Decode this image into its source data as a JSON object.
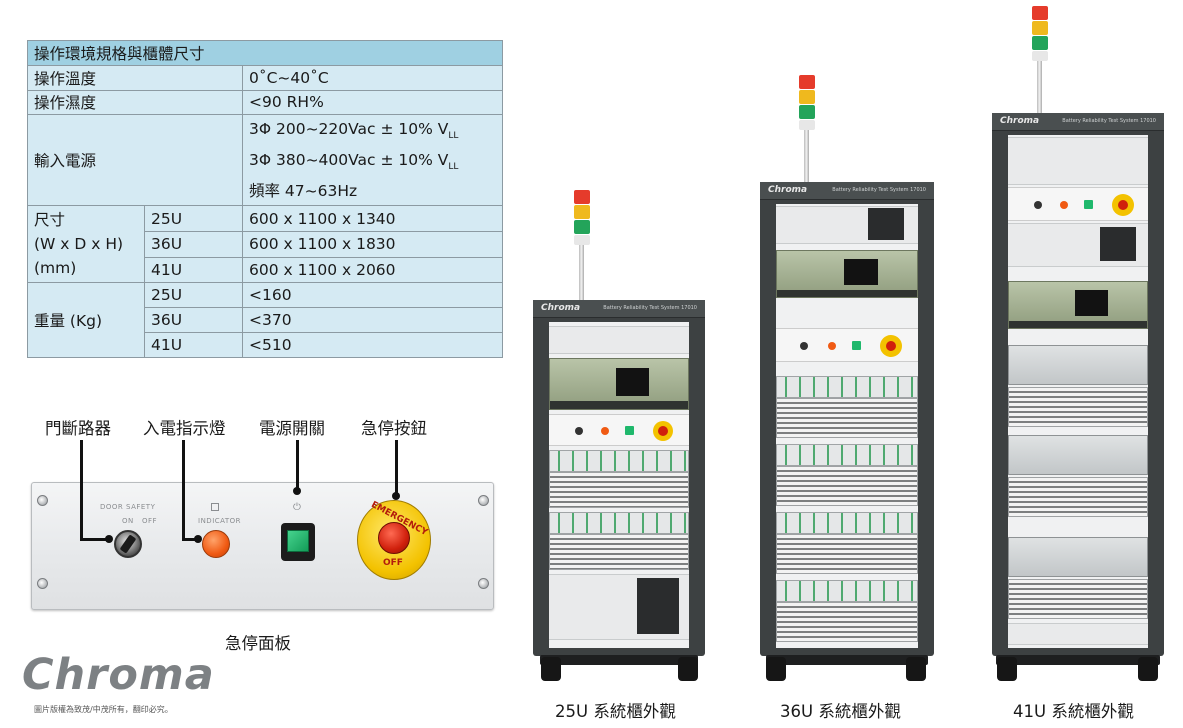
{
  "spec_table": {
    "title": "操作環境規格與櫃體尺寸",
    "temp_label": "操作溫度",
    "temp_value": "0˚C~40˚C",
    "humidity_label": "操作濕度",
    "humidity_value": "<90 RH%",
    "power_label": "輸入電源",
    "power_line1": "3Φ  200~220Vac ± 10% V",
    "power_line2": "3Φ  380~400Vac ± 10% V",
    "power_sub": "LL",
    "power_line3": "頻率 47~63Hz",
    "size_label_1": "尺寸",
    "size_label_2": "(W x D x H)",
    "size_label_3": "(mm)",
    "size_rows": [
      {
        "model": "25U",
        "value": "600 x 1100 x 1340"
      },
      {
        "model": "36U",
        "value": "600 x 1100 x 1830"
      },
      {
        "model": "41U",
        "value": "600 x 1100 x 2060"
      }
    ],
    "weight_label": "重量 (Kg)",
    "weight_rows": [
      {
        "model": "25U",
        "value": "<160"
      },
      {
        "model": "36U",
        "value": "<370"
      },
      {
        "model": "41U",
        "value": "<510"
      }
    ]
  },
  "panel": {
    "callouts": [
      "門斷路器",
      "入電指示燈",
      "電源開關",
      "急停按鈕"
    ],
    "caption": "急停面板",
    "door_safety": "DOOR SAFETY",
    "on": "ON",
    "off": "OFF",
    "indicator": "INDICATOR",
    "estop_top": "EMERGENCY",
    "estop_bottom": "OFF"
  },
  "cabinets": {
    "brand": "Chroma",
    "system_name": "Battery Reliability Test System 17010",
    "captions": [
      "25U 系統櫃外觀",
      "36U 系統櫃外觀",
      "41U 系統櫃外觀"
    ]
  },
  "logo": {
    "text": "Chroma",
    "copyright": "圖片版權為致茂/中茂所有，翻印必究。"
  },
  "colors": {
    "table_header": "#9fd0e2",
    "table_cell": "#d5eaf3",
    "estop_yellow": "#f3c200",
    "estop_red": "#d0200c",
    "indicator_orange": "#f05a13",
    "power_green": "#1fb86c"
  }
}
